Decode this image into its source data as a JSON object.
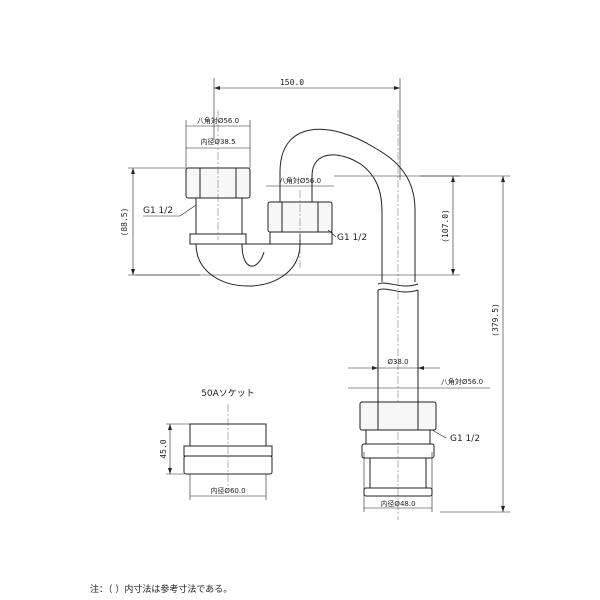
{
  "dimensions": {
    "width_top": "150.0",
    "height_107": "(107.0)",
    "height_88": "(88.5)",
    "height_379": "(379.5)",
    "nut_left": "八角対Ø56.0",
    "bore_left": "内径Ø38.5",
    "thread_left": "G1 1/2",
    "nut_mid": "八角対Ø56.0",
    "thread_mid": "G1 1/2",
    "pipe_dia": "Ø38.0",
    "nut_bottom": "八角対Ø56.0",
    "thread_bottom": "G1 1/2",
    "bore_bottom": "内径Ø48.0",
    "socket_height": "45.0",
    "socket_bore": "内径Ø60.0"
  },
  "socket_title": "50Aソケット",
  "note": "注：（ ）内寸法は参考寸法である。"
}
